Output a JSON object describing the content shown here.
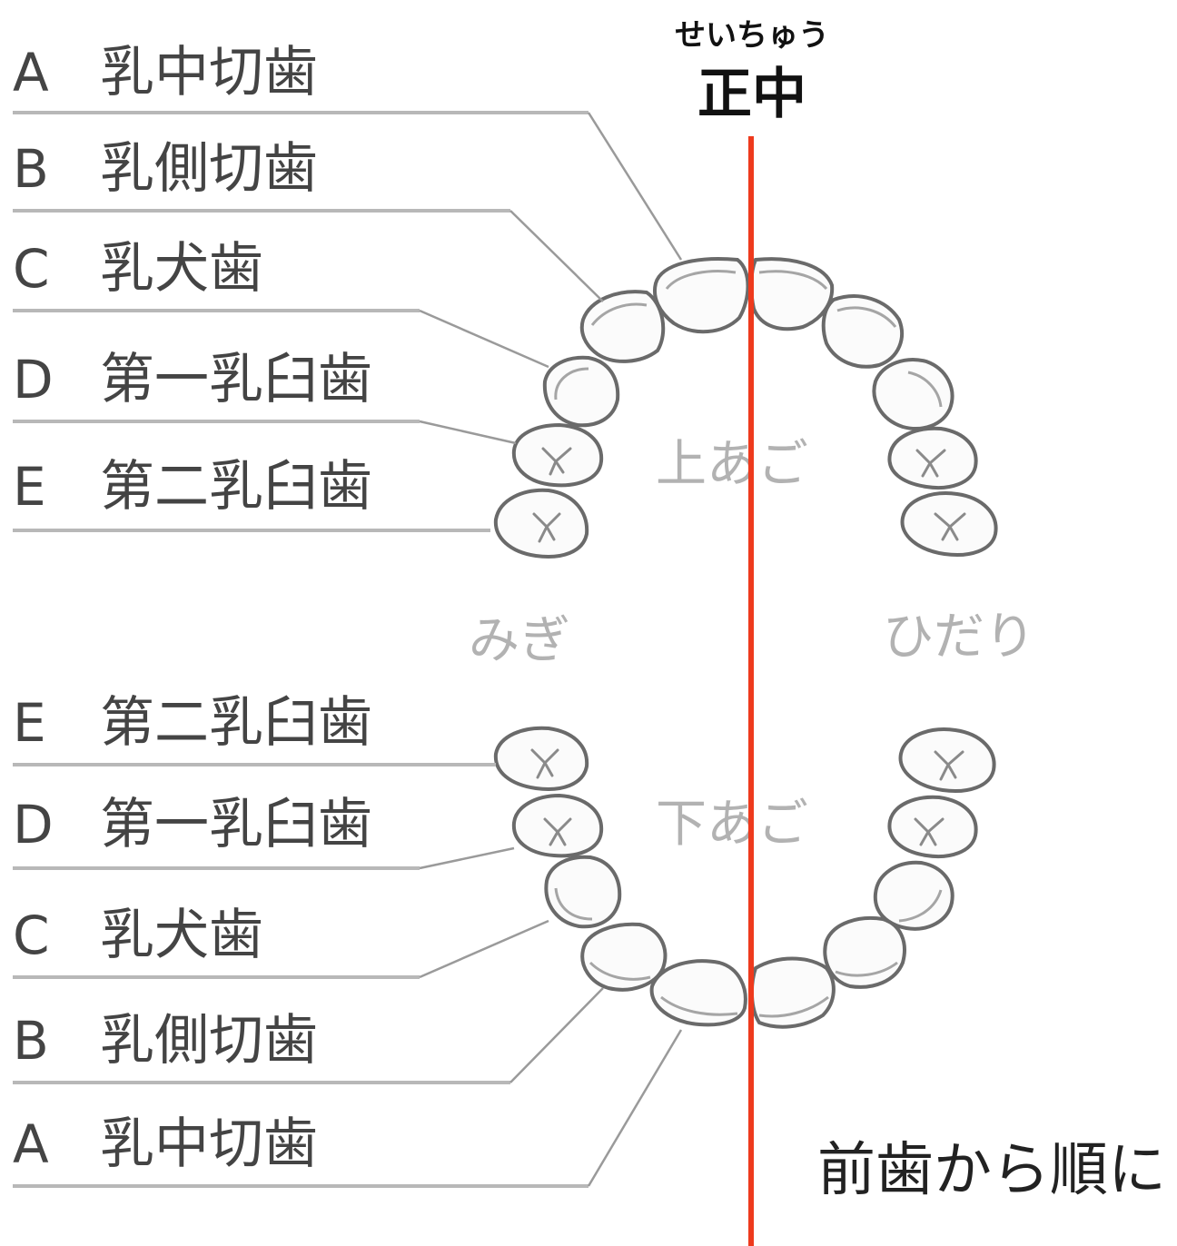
{
  "midline": {
    "ruby": "せいちゅう",
    "title": "正中",
    "line_color": "#ee3a1d"
  },
  "jaw_labels": {
    "upper": "上あご",
    "lower": "下あご"
  },
  "side_labels": {
    "right": "みぎ",
    "left": "ひだり"
  },
  "upper_teeth": [
    {
      "letter": "A",
      "name": "乳中切歯"
    },
    {
      "letter": "B",
      "name": "乳側切歯"
    },
    {
      "letter": "C",
      "name": "乳犬歯"
    },
    {
      "letter": "D",
      "name": "第一乳臼歯"
    },
    {
      "letter": "E",
      "name": "第二乳臼歯"
    }
  ],
  "lower_teeth": [
    {
      "letter": "E",
      "name": "第二乳臼歯"
    },
    {
      "letter": "D",
      "name": "第一乳臼歯"
    },
    {
      "letter": "C",
      "name": "乳犬歯"
    },
    {
      "letter": "B",
      "name": "乳側切歯"
    },
    {
      "letter": "A",
      "name": "乳中切歯"
    }
  ],
  "note": "前歯から順に"
}
